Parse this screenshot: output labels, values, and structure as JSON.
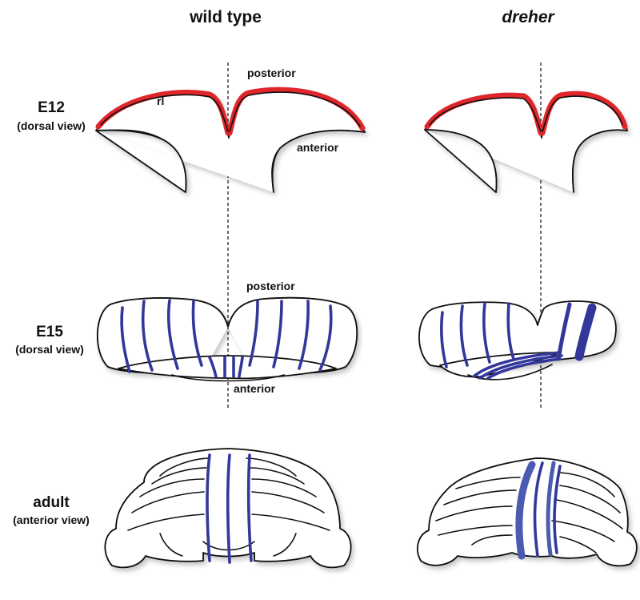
{
  "columns": {
    "left_title": "wild type",
    "right_title": "dreher"
  },
  "rows": {
    "e12": {
      "stage": "E12",
      "view": "(dorsal view)"
    },
    "e15": {
      "stage": "E15",
      "view": "(dorsal view)"
    },
    "adult": {
      "stage": "adult",
      "view": "(anterior view)"
    }
  },
  "annotations": {
    "rl": "rl",
    "posterior_top": "posterior",
    "anterior_top": "anterior",
    "posterior_mid": "posterior",
    "anterior_mid": "anterior"
  },
  "colors": {
    "rhombic_lip": "#e0262b",
    "stripe": "#33379a",
    "stripe_light": "#4a5bb0",
    "outline": "#111111"
  }
}
